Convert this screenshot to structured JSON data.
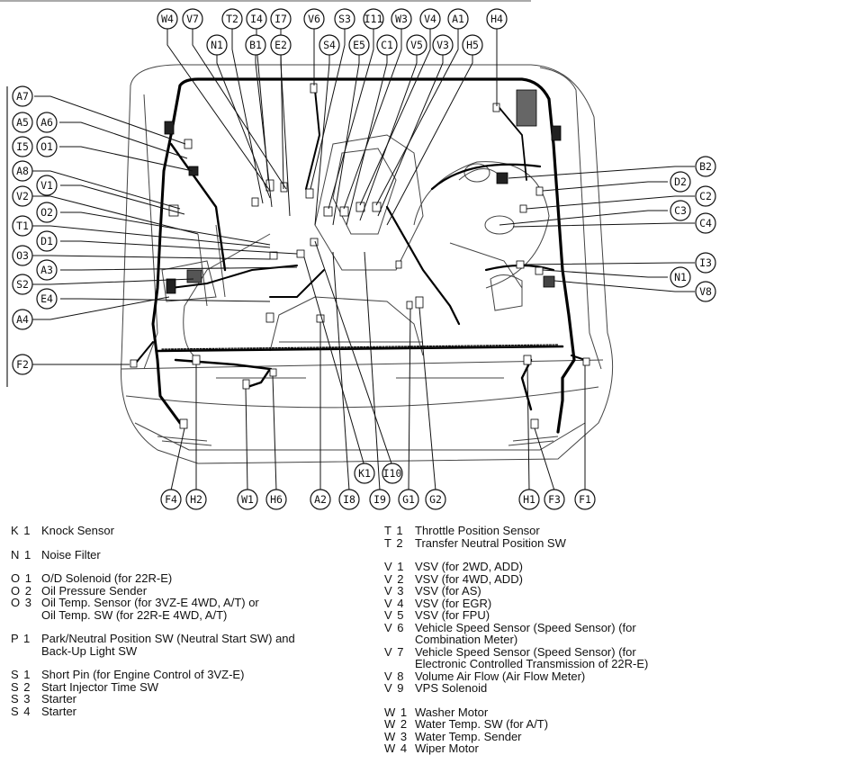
{
  "callouts": {
    "top": [
      "W4",
      "V7",
      "T2",
      "I4",
      "I7",
      "V6",
      "S3",
      "I11",
      "W3",
      "V4",
      "A1",
      "H4",
      "N1",
      "B1",
      "E2",
      "S4",
      "E5",
      "C1",
      "V5",
      "V3",
      "H5"
    ],
    "left": [
      "A7",
      "A5",
      "A6",
      "I5",
      "O1",
      "A8",
      "V1",
      "V2",
      "O2",
      "T1",
      "D1",
      "O3",
      "A3",
      "S2",
      "E4",
      "A4",
      "F2"
    ],
    "right": [
      "B2",
      "D2",
      "C2",
      "C3",
      "C4",
      "I3",
      "N1",
      "V8"
    ],
    "bottom": [
      "K1",
      "I10",
      "F4",
      "H2",
      "W1",
      "H6",
      "A2",
      "I8",
      "I9",
      "G1",
      "G2",
      "H1",
      "F3",
      "F1"
    ]
  },
  "legend_left": [
    {
      "code": "K 1",
      "desc": "Knock Sensor"
    },
    {
      "code": "N 1",
      "desc": "Noise Filter"
    },
    {
      "code": "O 1",
      "desc": "O/D Solenoid (for 22R-E)"
    },
    {
      "code": "O 2",
      "desc": "Oil Pressure Sender"
    },
    {
      "code": "O 3",
      "desc": "Oil Temp. Sensor (for 3VZ-E 4WD, A/T) or"
    },
    {
      "code": "",
      "desc": "Oil Temp. SW (for 22R-E 4WD, A/T)"
    },
    {
      "code": "P 1",
      "desc": "Park/Neutral Position SW (Neutral Start SW) and"
    },
    {
      "code": "",
      "desc": "Back-Up Light SW"
    },
    {
      "code": "S 1",
      "desc": "Short Pin (for Engine Control of 3VZ-E)"
    },
    {
      "code": "S 2",
      "desc": "Start Injector Time SW"
    },
    {
      "code": "S 3",
      "desc": "Starter"
    },
    {
      "code": "S 4",
      "desc": "Starter"
    }
  ],
  "legend_right": [
    {
      "code": "T 1",
      "desc": "Throttle Position Sensor"
    },
    {
      "code": "T 2",
      "desc": "Transfer Neutral Position SW"
    },
    {
      "code": "V 1",
      "desc": "VSV (for 2WD, ADD)"
    },
    {
      "code": "V 2",
      "desc": "VSV (for 4WD, ADD)"
    },
    {
      "code": "V 3",
      "desc": "VSV (for AS)"
    },
    {
      "code": "V 4",
      "desc": "VSV (for EGR)"
    },
    {
      "code": "V 5",
      "desc": "VSV (for FPU)"
    },
    {
      "code": "V 6",
      "desc": "Vehicle Speed Sensor (Speed Sensor) (for"
    },
    {
      "code": "",
      "desc": "Combination Meter)"
    },
    {
      "code": "V 7",
      "desc": "Vehicle Speed Sensor (Speed Sensor) (for"
    },
    {
      "code": "",
      "desc": "Electronic Controlled Transmission of 22R-E)"
    },
    {
      "code": "V 8",
      "desc": "Volume Air Flow (Air Flow Meter)"
    },
    {
      "code": "V 9",
      "desc": "VPS Solenoid"
    },
    {
      "code": "W 1",
      "desc": "Washer Motor"
    },
    {
      "code": "W 2",
      "desc": "Water Temp. SW (for A/T)"
    },
    {
      "code": "W 3",
      "desc": "Water Temp. Sender"
    },
    {
      "code": "W 4",
      "desc": "Wiper Motor"
    }
  ]
}
